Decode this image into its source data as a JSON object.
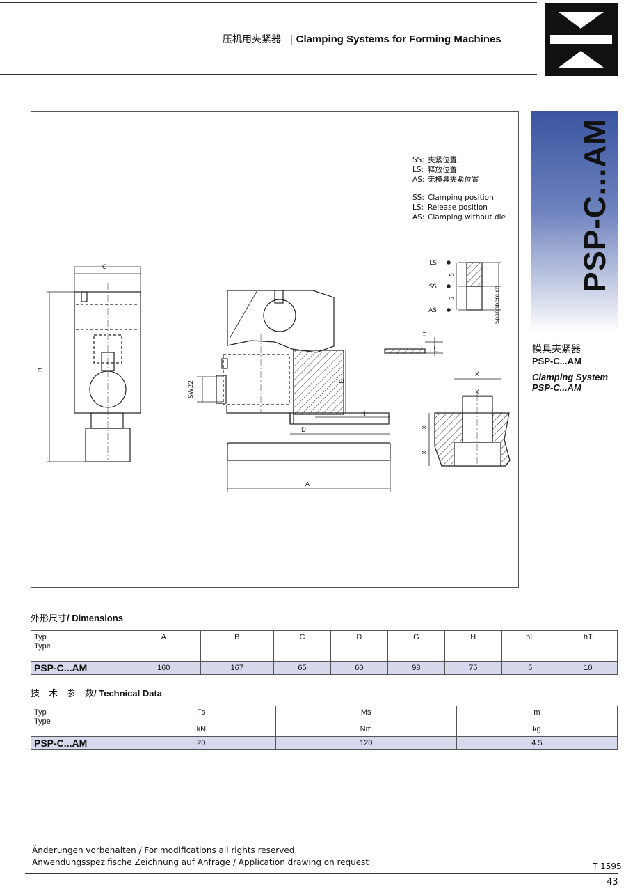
{
  "header": {
    "title_cn": "压机用夹紧器",
    "separator": "|",
    "title_en": "Clamping Systems for Forming Machines"
  },
  "legend": {
    "cn": [
      {
        "code": "SS:",
        "text": "夹紧位置"
      },
      {
        "code": "LS:",
        "text": "释放位置"
      },
      {
        "code": "AS:",
        "text": "无模具夹紧位置"
      }
    ],
    "en": [
      {
        "code": "SS:",
        "text": "Clamping position"
      },
      {
        "code": "LS:",
        "text": "Release position"
      },
      {
        "code": "AS:",
        "text": "Clamping without die"
      }
    ]
  },
  "drawing_labels": {
    "C": "C",
    "B": "B",
    "A": "A",
    "D": "D",
    "H": "H",
    "X": "X",
    "SW22": "SW22",
    "LS": "LS",
    "SS": "SS",
    "AS": "AS",
    "five": "5",
    "spannbereich": "Spannbereich",
    "hL": "hL",
    "hT": "hT"
  },
  "side": {
    "vertical_title": "PSP-C...AM",
    "cn_name": "模具夹紧器",
    "model": "PSP-C...AM",
    "en_line1": "Clamping System",
    "en_line2": "PSP-C...AM"
  },
  "dimensions": {
    "title_cn": "外形尺寸",
    "title_en": "/ Dimensions",
    "typ_label": "Typ",
    "type_label": "Type",
    "columns": [
      "A",
      "B",
      "C",
      "D",
      "G",
      "H",
      "hL",
      "hT"
    ],
    "rows": [
      {
        "name": "PSP-C...AM",
        "values": [
          "160",
          "167",
          "65",
          "60",
          "98",
          "75",
          "5",
          "10"
        ]
      }
    ]
  },
  "technical": {
    "title_cn": "技　术　参　数",
    "title_en": "/ Technical Data",
    "typ_label": "Typ",
    "type_label": "Type",
    "columns": [
      {
        "label": "Fs",
        "unit": "kN"
      },
      {
        "label": "Ms",
        "unit": "Nm"
      },
      {
        "label": "m",
        "unit": "kg"
      }
    ],
    "rows": [
      {
        "name": "PSP-C...AM",
        "values": [
          "20",
          "120",
          "4.5"
        ]
      }
    ]
  },
  "footer": {
    "line1": "Änderungen vorbehalten / For modifications all rights reserved",
    "line2": "Anwendungsspezifische Zeichnung auf Anfrage / Application drawing on request",
    "doc_code": "T 1595",
    "page_number": "43"
  }
}
